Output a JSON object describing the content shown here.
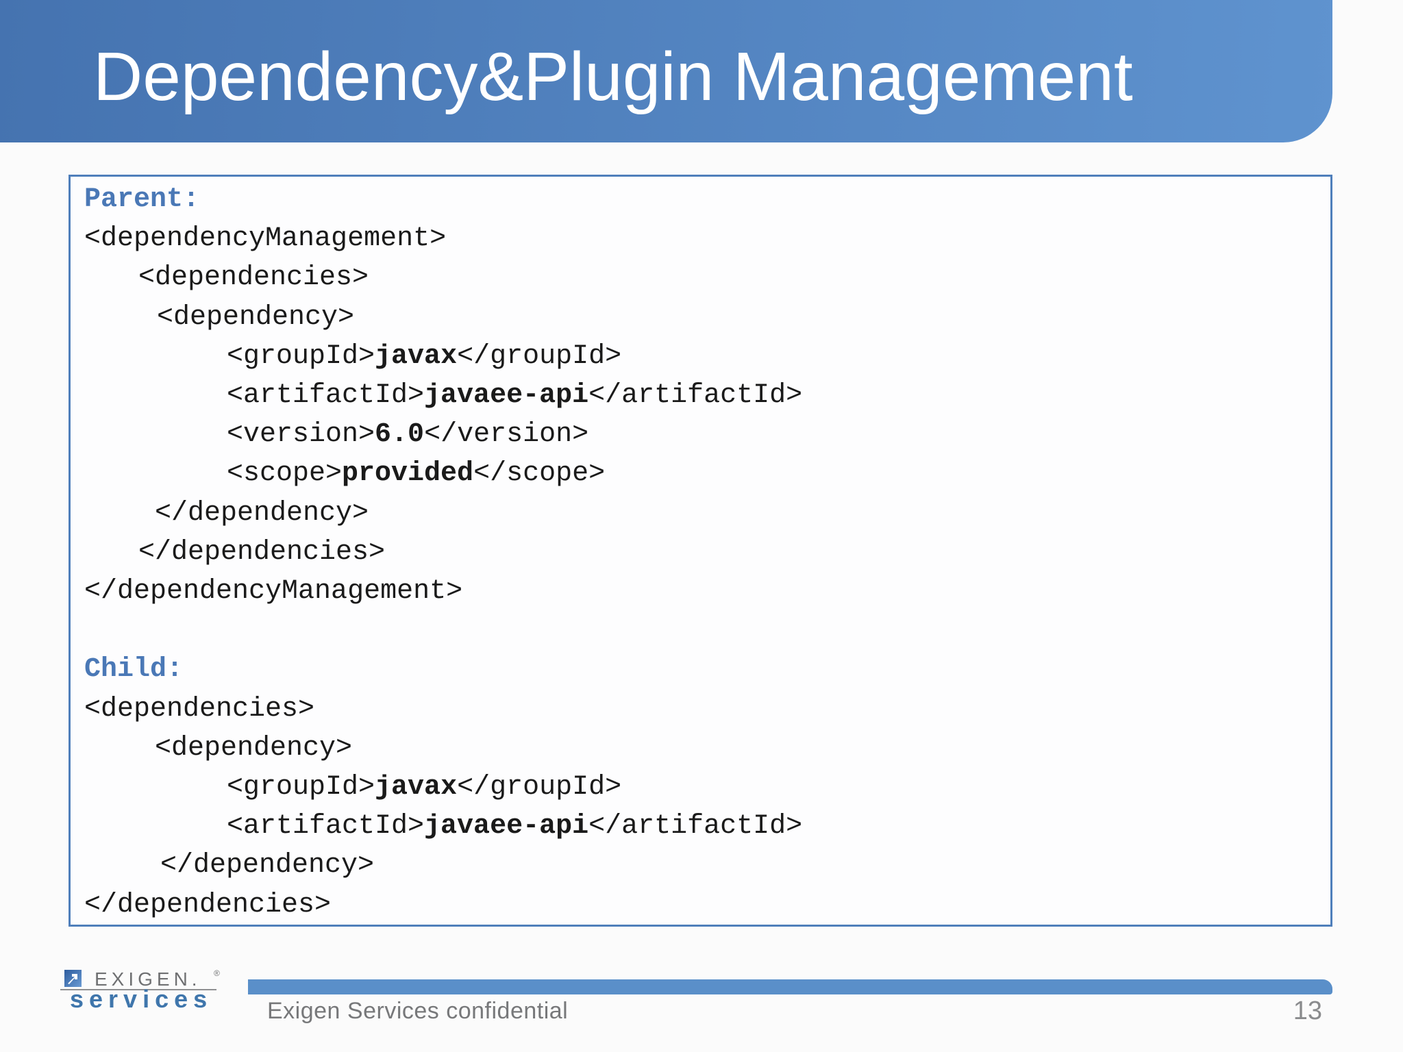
{
  "slide": {
    "title": "Dependency&Plugin Management"
  },
  "code_box": {
    "sections": [
      {
        "label": "Parent:",
        "blank_line_before": false,
        "lines": [
          {
            "indent": 0,
            "segments": [
              {
                "text": "<dependencyManagement>",
                "bold": false
              }
            ]
          },
          {
            "indent": 79,
            "segments": [
              {
                "text": "<dependencies>",
                "bold": false
              }
            ]
          },
          {
            "indent": 106,
            "segments": [
              {
                "text": "<dependency>",
                "bold": false
              }
            ]
          },
          {
            "indent": 208,
            "segments": [
              {
                "text": "<groupId>",
                "bold": false
              },
              {
                "text": "javax",
                "bold": true
              },
              {
                "text": "</groupId>",
                "bold": false
              }
            ]
          },
          {
            "indent": 208,
            "segments": [
              {
                "text": "<artifactId>",
                "bold": false
              },
              {
                "text": "javaee-api",
                "bold": true
              },
              {
                "text": "</artifactId>",
                "bold": false
              }
            ]
          },
          {
            "indent": 208,
            "segments": [
              {
                "text": "<version>",
                "bold": false
              },
              {
                "text": "6.0",
                "bold": true
              },
              {
                "text": "</version>",
                "bold": false
              }
            ]
          },
          {
            "indent": 208,
            "segments": [
              {
                "text": "<scope>",
                "bold": false
              },
              {
                "text": "provided",
                "bold": true
              },
              {
                "text": "</scope>",
                "bold": false
              }
            ]
          },
          {
            "indent": 103,
            "segments": [
              {
                "text": "</dependency>",
                "bold": false
              }
            ]
          },
          {
            "indent": 79,
            "segments": [
              {
                "text": "</dependencies>",
                "bold": false
              }
            ]
          },
          {
            "indent": 0,
            "segments": [
              {
                "text": "</dependencyManagement>",
                "bold": false
              }
            ]
          }
        ]
      },
      {
        "label": "Child:",
        "blank_line_before": true,
        "lines": [
          {
            "indent": 0,
            "segments": [
              {
                "text": "<dependencies>",
                "bold": false
              }
            ]
          },
          {
            "indent": 103,
            "segments": [
              {
                "text": "<dependency>",
                "bold": false
              }
            ]
          },
          {
            "indent": 208,
            "segments": [
              {
                "text": "<groupId>",
                "bold": false
              },
              {
                "text": "javax",
                "bold": true
              },
              {
                "text": "</groupId>",
                "bold": false
              }
            ]
          },
          {
            "indent": 208,
            "segments": [
              {
                "text": "<artifactId>",
                "bold": false
              },
              {
                "text": "javaee-api",
                "bold": true
              },
              {
                "text": "</artifactId>",
                "bold": false
              }
            ]
          },
          {
            "indent": 111,
            "segments": [
              {
                "text": "</dependency>",
                "bold": false
              }
            ]
          },
          {
            "indent": 0,
            "segments": [
              {
                "text": "</dependencies>",
                "bold": false
              }
            ]
          }
        ]
      }
    ]
  },
  "logo": {
    "brand": "EXIGEN.",
    "registered_mark": "®",
    "sub": "services"
  },
  "footer": {
    "confidential": "Exigen Services confidential",
    "page_number": "13"
  },
  "colors": {
    "slide_bg": "#fbfbfb",
    "title_bar_left": "#4573b0",
    "title_bar_right": "#5f93cf",
    "title_text": "#ffffff",
    "box_border": "#4f7fbb",
    "label_blue": "#4a78b6",
    "footer_bar": "#5a8fc9",
    "footer_text_gray": "#77787a",
    "logo_gray": "#6f7072",
    "logo_blue": "#3f76ac"
  }
}
